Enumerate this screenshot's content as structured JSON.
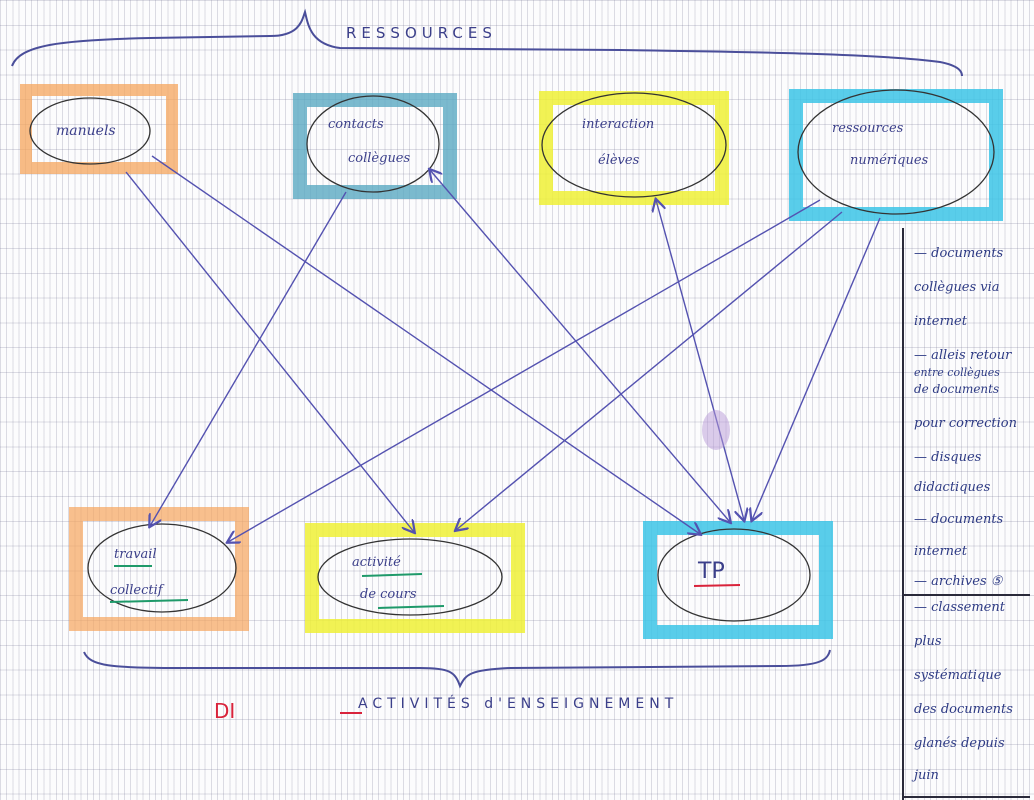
{
  "resources_title": "RESSOURCES",
  "activities_title": "ACTIVITÉS d'ENSEIGNEMENT",
  "di_label": "DI",
  "resource_nodes": [
    {
      "id": "manuels",
      "label_lines": [
        "manuels"
      ],
      "color": "#f6a55c"
    },
    {
      "id": "contacts",
      "label_lines": [
        "contacts",
        "collègues"
      ],
      "color": "#5aa9c2"
    },
    {
      "id": "interaction",
      "label_lines": [
        "interaction",
        "élèves"
      ],
      "color": "#eef036"
    },
    {
      "id": "numeriques",
      "label_lines": [
        "ressources",
        "numériques"
      ],
      "color": "#3cc4e6"
    }
  ],
  "activity_nodes": [
    {
      "id": "travail",
      "label_lines": [
        "travail",
        "collectif"
      ],
      "color": "#f6a55c"
    },
    {
      "id": "activite",
      "label_lines": [
        "activité",
        "de cours"
      ],
      "color": "#eef036"
    },
    {
      "id": "tp",
      "label_lines": [
        "TP"
      ],
      "color": "#3cc4e6"
    }
  ],
  "notes_top": [
    "— documents",
    "collègues via",
    "internet",
    "— alleis retour",
    "entre collègues",
    "de documents",
    "pour correction",
    "— disques",
    "didactiques",
    "— documents",
    "internet",
    "— archives ⑤"
  ],
  "notes_bottom": [
    "— classement",
    "plus",
    "systématique",
    "des documents",
    "glanés depuis",
    "juin"
  ],
  "colors": {
    "ink": "#3b3f8a",
    "arrow": "#5452b0",
    "red": "#d9233b"
  }
}
